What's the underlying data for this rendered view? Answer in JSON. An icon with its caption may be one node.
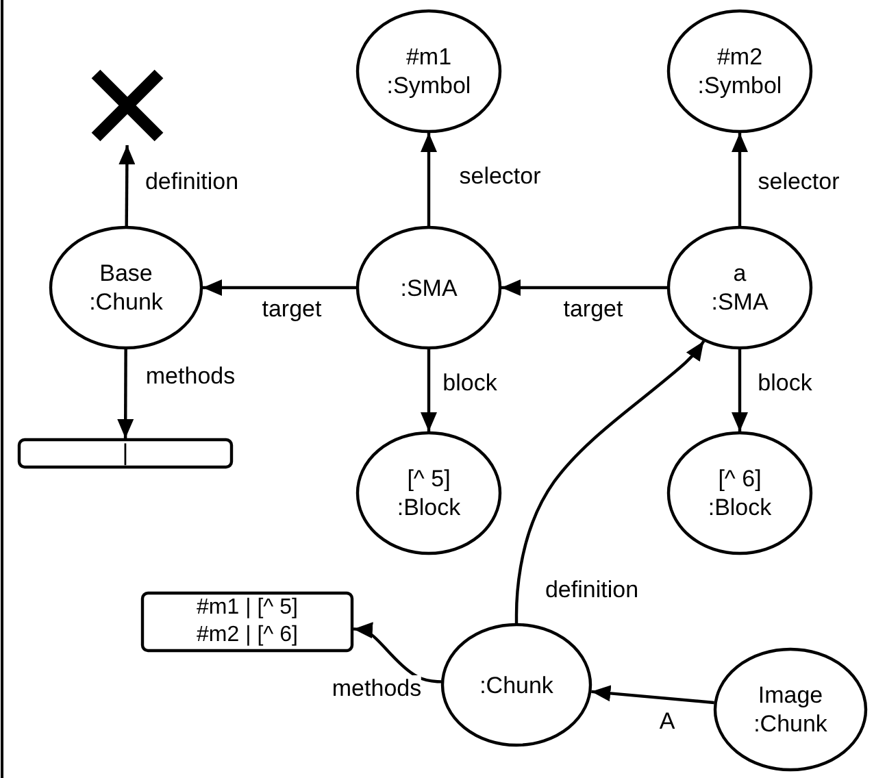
{
  "diagram": {
    "nodes": [
      {
        "text": [],
        "shape": "cross"
      },
      {
        "text": [
          "#m1 :Symbol"
        ]
      },
      {
        "text": [
          "#m2 :Symbol"
        ]
      },
      {
        "text": [
          "Base :Chunk"
        ]
      },
      {
        "text": [
          ":SMA"
        ]
      },
      {
        "text": [
          "a :SMA"
        ]
      },
      {
        "text": [
          "|"
        ]
      },
      {
        "text": [
          "[^ 5] :Block"
        ]
      },
      {
        "text": [
          "[^ 6] :Block"
        ]
      },
      {
        "text": [
          "#m1 | [^ 5]",
          "#m2 | [^ 6]"
        ]
      },
      {
        "text": [
          ":Chunk"
        ]
      },
      {
        "text": [
          "Image :Chunk"
        ]
      }
    ],
    "edges": [
      {
        "from": 3,
        "to": 0,
        "arrow": "to",
        "label": "definition"
      },
      {
        "from": 4,
        "to": 1,
        "arrow": "to",
        "label": "selector"
      },
      {
        "from": 5,
        "to": 2,
        "arrow": "to",
        "label": "selector"
      },
      {
        "from": 4,
        "to": 3,
        "arrow": "to",
        "label": "target"
      },
      {
        "from": 5,
        "to": 4,
        "arrow": "to",
        "label": "target"
      },
      {
        "from": 3,
        "to": 6,
        "arrow": "to",
        "label": "methods"
      },
      {
        "from": 4,
        "to": 7,
        "arrow": "to",
        "label": "block"
      },
      {
        "from": 5,
        "to": 8,
        "arrow": "to",
        "label": "block"
      },
      {
        "from": 10,
        "to": 5,
        "arrow": "to",
        "label": "definition"
      },
      {
        "from": 10,
        "to": 9,
        "arrow": "to",
        "label": "methods"
      },
      {
        "from": 11,
        "to": 10,
        "arrow": "to",
        "label": "A"
      }
    ]
  }
}
